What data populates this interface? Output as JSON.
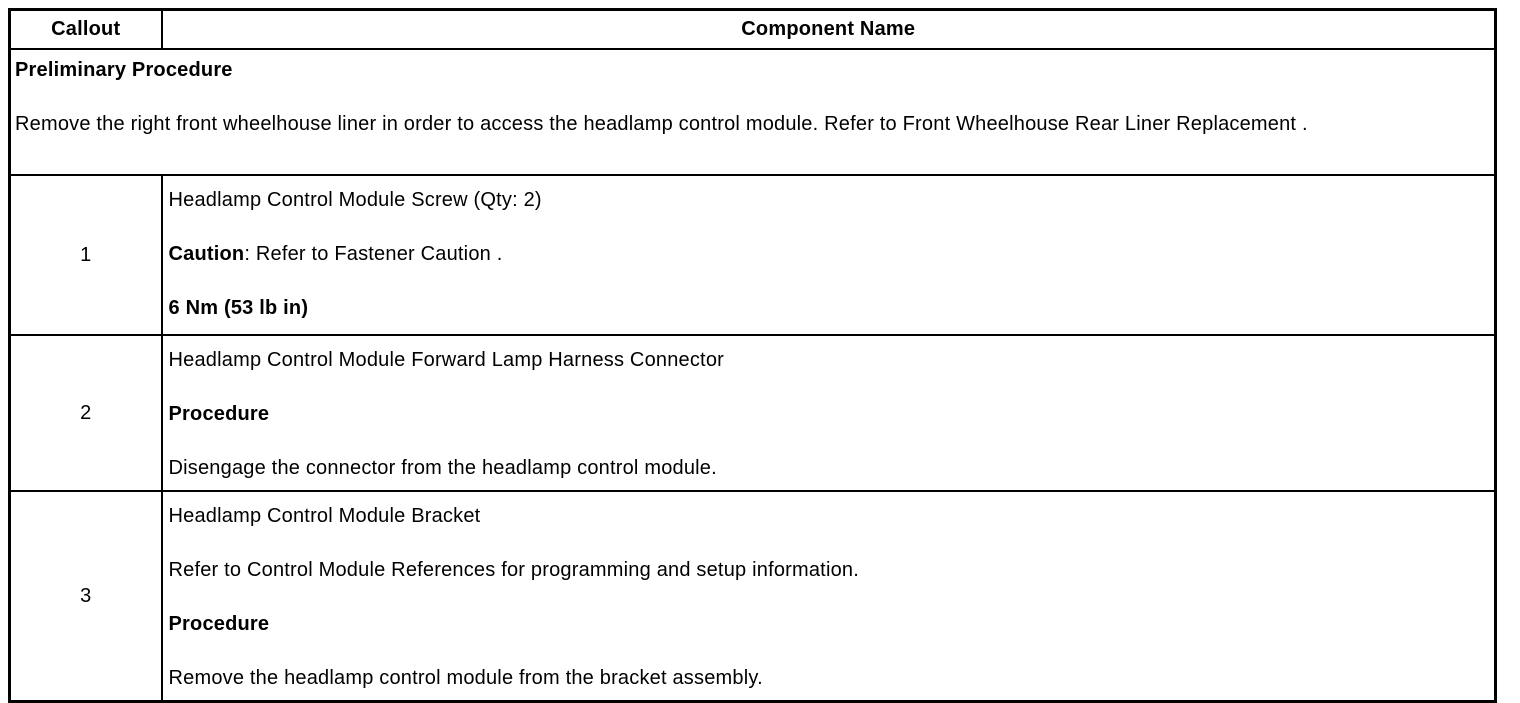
{
  "colors": {
    "background": "#ffffff",
    "border": "#000000",
    "text": "#000000"
  },
  "table": {
    "columns": [
      {
        "label": "Callout"
      },
      {
        "label": "Component Name"
      }
    ],
    "preliminary": {
      "heading": "Preliminary Procedure",
      "text": "Remove the right front wheelhouse liner in order to access the headlamp control module. Refer to Front Wheelhouse Rear Liner Replacement ."
    },
    "rows": [
      {
        "callout": "1",
        "paragraphs": [
          {
            "parts": [
              {
                "text": "Headlamp Control Module Screw (Qty: 2)",
                "bold": false
              }
            ]
          },
          {
            "parts": [
              {
                "text": "Caution",
                "bold": true
              },
              {
                "text": ": Refer to Fastener Caution .",
                "bold": false
              }
            ]
          },
          {
            "parts": [
              {
                "text": "6 Nm (53 lb in)",
                "bold": true
              }
            ]
          }
        ]
      },
      {
        "callout": "2",
        "paragraphs": [
          {
            "parts": [
              {
                "text": "Headlamp Control Module Forward Lamp Harness Connector",
                "bold": false
              }
            ]
          },
          {
            "parts": [
              {
                "text": "Procedure",
                "bold": true
              }
            ]
          },
          {
            "parts": [
              {
                "text": "Disengage the connector from the headlamp control module.",
                "bold": false
              }
            ]
          }
        ]
      },
      {
        "callout": "3",
        "paragraphs": [
          {
            "parts": [
              {
                "text": "Headlamp Control Module Bracket",
                "bold": false
              }
            ]
          },
          {
            "parts": [
              {
                "text": "Refer to Control Module References for programming and setup information.",
                "bold": false
              }
            ]
          },
          {
            "parts": [
              {
                "text": "Procedure",
                "bold": true
              }
            ]
          },
          {
            "parts": [
              {
                "text": "Remove the headlamp control module from the bracket assembly.",
                "bold": false
              }
            ]
          }
        ]
      }
    ]
  }
}
